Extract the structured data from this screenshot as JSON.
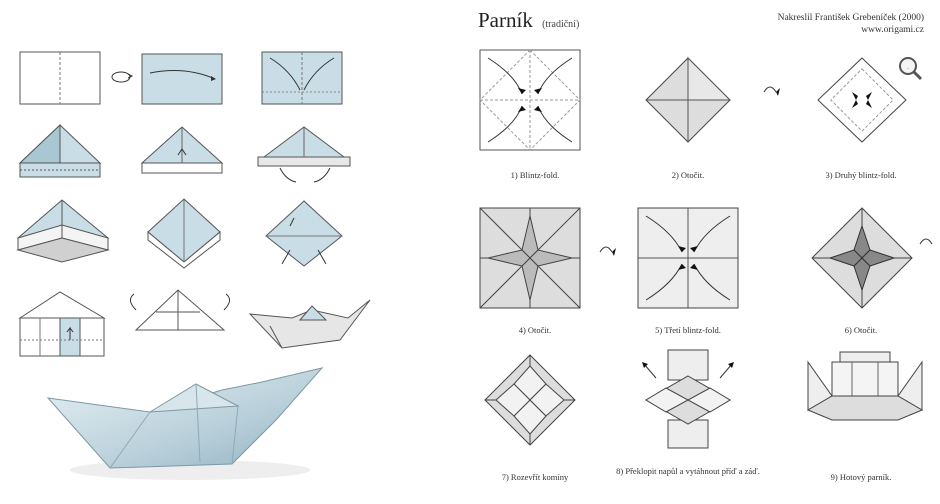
{
  "right_panel": {
    "title": "Parník",
    "subtitle": "(tradiční)",
    "credit_line1": "Nakreslil František Grebeníček (2000)",
    "credit_line2": "www.origami.cz",
    "captions": [
      "1) Blintz-fold.",
      "2) Otočit.",
      "3) Druhý blintz-fold.",
      "4) Otočit.",
      "5) Třetí blintz-fold.",
      "6) Otočit.",
      "7) Rozevřít komíny",
      "8) Překlopit napůl a vytáhnout příď a záď.",
      "9) Hotový parník."
    ]
  },
  "icons": {
    "zoom": "magnifier-icon",
    "turn_over": "turn-over-arrow-icon"
  },
  "colors": {
    "paper_blue": "#c9dde6",
    "paper_blue_dark": "#9fbccb",
    "paper_gray": "#d9d9d9",
    "line": "#444444"
  }
}
